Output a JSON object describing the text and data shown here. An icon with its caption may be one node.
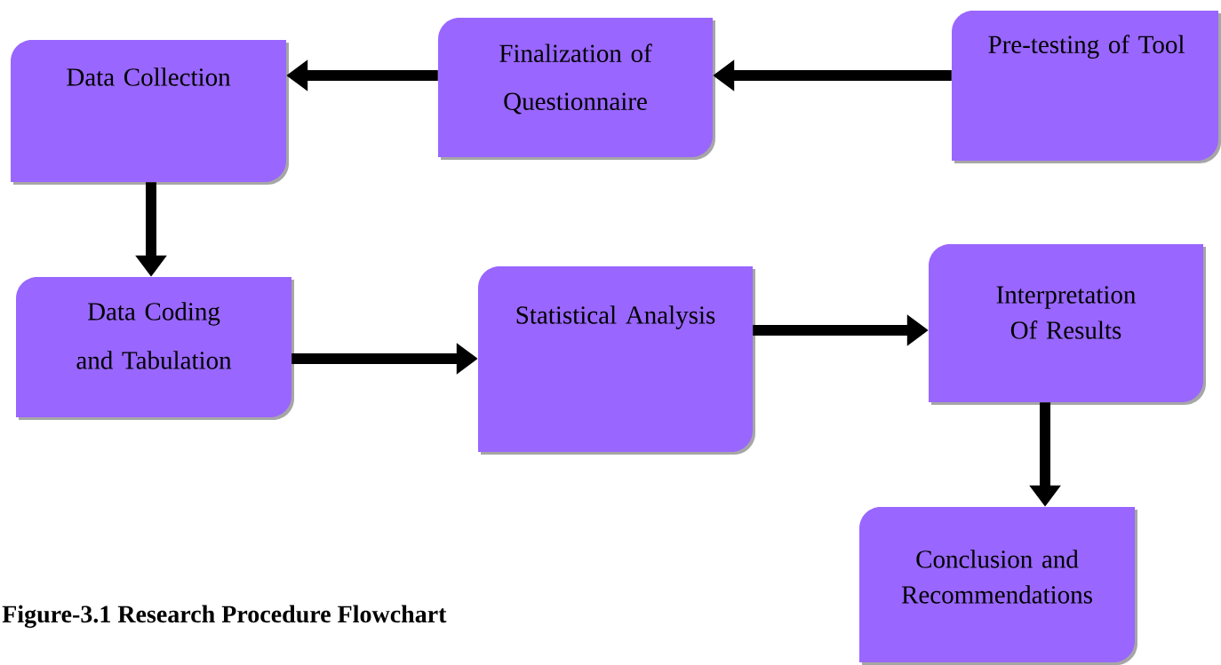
{
  "diagram": {
    "caption": "Figure-3.1 Research Procedure Flowchart",
    "nodes": [
      {
        "text": [
          "Data Collection"
        ]
      },
      {
        "text": [
          "Finalization of Questionnaire"
        ]
      },
      {
        "text": [
          "Pre-testing of Tool"
        ]
      },
      {
        "text": [
          "Data Coding and Tabulation"
        ]
      },
      {
        "text": [
          "Statistical Analysis"
        ]
      },
      {
        "text": [
          "Interpretation Of Results"
        ]
      },
      {
        "text": [
          "Conclusion and Recommendations"
        ]
      }
    ],
    "edges": [
      {
        "from": 2,
        "to": 1,
        "arrow": "to"
      },
      {
        "from": 1,
        "to": 0,
        "arrow": "to"
      },
      {
        "from": 0,
        "to": 3,
        "arrow": "to"
      },
      {
        "from": 3,
        "to": 4,
        "arrow": "to"
      },
      {
        "from": 4,
        "to": 5,
        "arrow": "to"
      },
      {
        "from": 5,
        "to": 6,
        "arrow": "to"
      }
    ]
  }
}
